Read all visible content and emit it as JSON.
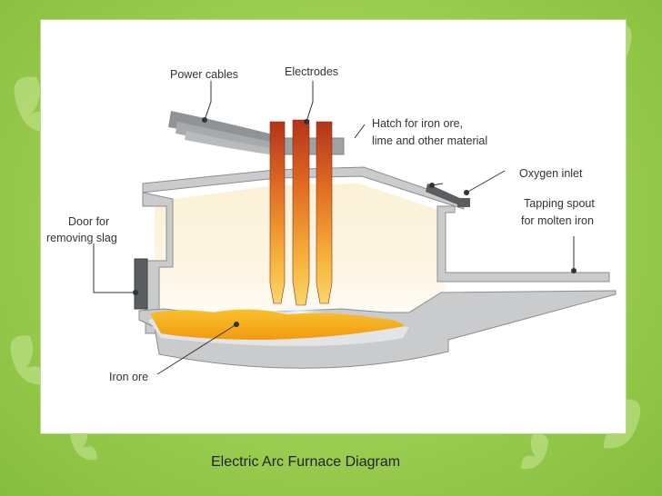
{
  "diagram": {
    "labels": {
      "power_cables": "Power cables",
      "electrodes": "Electrodes",
      "hatch_line1": "Hatch for iron ore,",
      "hatch_line2": "lime and other material",
      "oxygen_inlet": "Oxygen inlet",
      "door_line1": "Door for",
      "door_line2": "removing slag",
      "tapping_line1": "Tapping spout",
      "tapping_line2": "for molten iron",
      "iron_ore": "Iron ore"
    }
  },
  "caption": "Electric Arc Furnace Diagram"
}
